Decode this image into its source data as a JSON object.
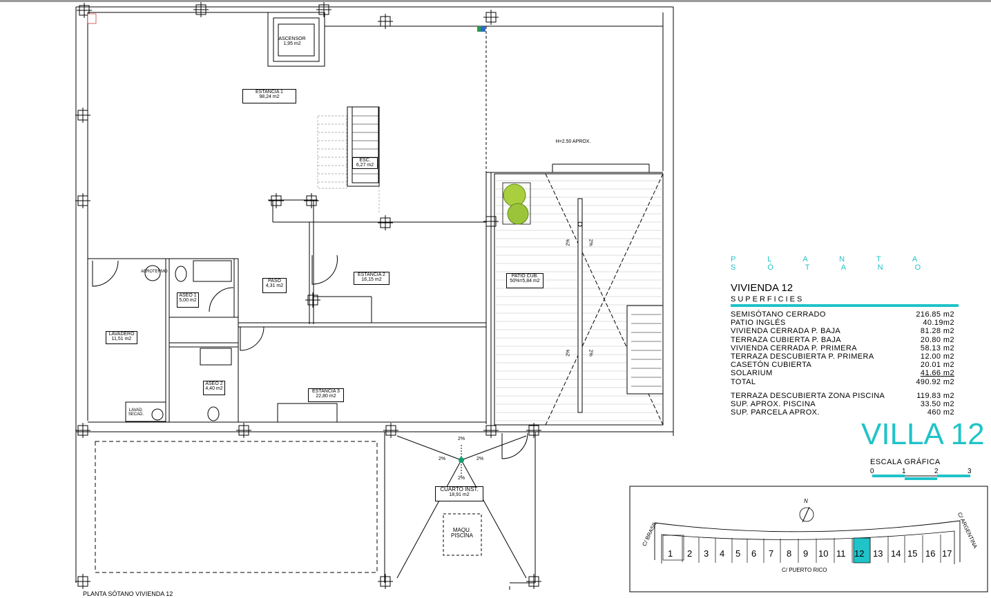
{
  "title": "PLANTA SÓTANO  VIVIENDA 12",
  "legend": {
    "heading": "P L A N T A   S Ó T A N O",
    "vivienda": "VIVIENDA 12",
    "superficies": "SUPERFICIES",
    "rows": [
      {
        "label": "SEMISÓTANO CERRADO",
        "value": "216.85 m2"
      },
      {
        "label": "PATIO INGLÉS",
        "value": "40.19m2"
      },
      {
        "label": "VIVIENDA CERRADA P. BAJA",
        "value": "81.28 m2"
      },
      {
        "label": "TERRAZA CUBIERTA P. BAJA",
        "value": "20.80 m2"
      },
      {
        "label": "VIVIENDA CERRADA P. PRIMERA",
        "value": "58.13 m2"
      },
      {
        "label": "TERRAZA DESCUBIERTA P. PRIMERA",
        "value": "12.00 m2"
      },
      {
        "label": "CASETÓN CUBIERTA",
        "value": "20.01 m2"
      },
      {
        "label": "SOLARIUM",
        "value": "41.66 m2"
      },
      {
        "label": "TOTAL",
        "value": "490.92 m2"
      }
    ],
    "rows2": [
      {
        "label": "TERRAZA DESCUBIERTA  ZONA PISCINA",
        "value": "119.83 m2"
      },
      {
        "label": "SUP.  APROX.  PISCINA",
        "value": "33.50 m2"
      },
      {
        "label": "SUP. PARCELA APROX.",
        "value": "460 m2"
      }
    ]
  },
  "villa": "VILLA 12",
  "scale": {
    "label": "ESCALA GRÁFICA",
    "ticks": [
      "0",
      "1",
      "2",
      "3"
    ]
  },
  "rooms": {
    "ascensor": {
      "name": "ASCENSOR",
      "area": "1,95 m2"
    },
    "estancia1": {
      "name": "ESTANCIA 1",
      "area": "98,24 m2"
    },
    "esc": {
      "name": "ESC.",
      "area": "6,27 m2"
    },
    "h250": "H=2.50 APROX.",
    "estancia2": {
      "name": "ESTANCIA 2",
      "area": "16,15 m2"
    },
    "paso": {
      "name": "PASO",
      "area": "4,31 m2"
    },
    "aseo1": {
      "name": "ASEO 1",
      "area": "5,00 m2"
    },
    "aerotermo": "AEROTERMO",
    "lavadero": {
      "name": "LAVADERO",
      "area": "11,51 m2"
    },
    "aseo2": {
      "name": "ASEO 2",
      "area": "4,40 m2"
    },
    "estancia3": {
      "name": "ESTANCIA 3",
      "area": "22,80 m2"
    },
    "lavsec": {
      "line1": "LAVAD.",
      "line2": "SECAD."
    },
    "patio": {
      "name": "PATIO CUB.",
      "area": "50%=5,84 m2"
    },
    "cuarto": {
      "name": "CUARTO INST.",
      "area": "18,91 m2"
    },
    "maqu": {
      "line1": "MAQU.",
      "line2": "PISCINA"
    }
  },
  "slopes": [
    "2%",
    "2%",
    "2%",
    "2%",
    "2%",
    "2%",
    "2%",
    "2%"
  ],
  "site": {
    "north": "N",
    "brasil": "C/ BRASIL",
    "argentina": "C/ ARGENTINA",
    "puerto_rico": "C/ PUERTO RICO",
    "lots": [
      "1",
      "2",
      "3",
      "4",
      "5",
      "6",
      "7",
      "8",
      "9",
      "10",
      "11",
      "12",
      "13",
      "14",
      "15",
      "16",
      "17"
    ],
    "highlight_lot": "12",
    "highlight_color": "#1fc3c8"
  },
  "colors": {
    "accent": "#1fc3c8",
    "tree": "#8bbf2a"
  }
}
